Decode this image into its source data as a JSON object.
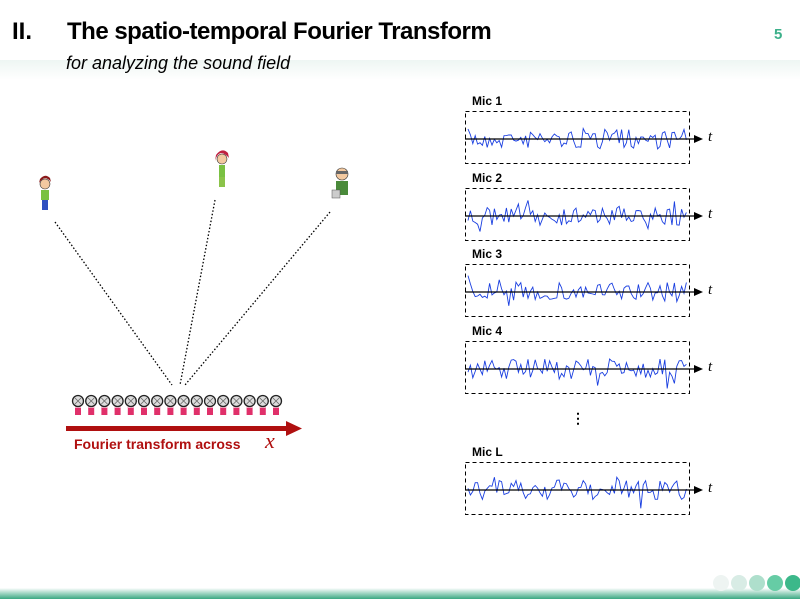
{
  "header": {
    "section_number": "II.",
    "title": "The spatio-temporal Fourier Transform",
    "subtitle": "for analyzing the sound field",
    "page_number": "5"
  },
  "mics": [
    {
      "label": "Mic 1",
      "axis": "t"
    },
    {
      "label": "Mic 2",
      "axis": "t"
    },
    {
      "label": "Mic 3",
      "axis": "t"
    },
    {
      "label": "Mic 4",
      "axis": "t"
    },
    {
      "label": "Mic L",
      "axis": "t"
    }
  ],
  "ellipsis": "⋮",
  "array": {
    "mic_count": 16,
    "caption": "Fourier transform across",
    "variable": "x"
  },
  "colors": {
    "accent": "#3cb08a",
    "arrow": "#b01010",
    "wave": "#1a3fe0"
  }
}
